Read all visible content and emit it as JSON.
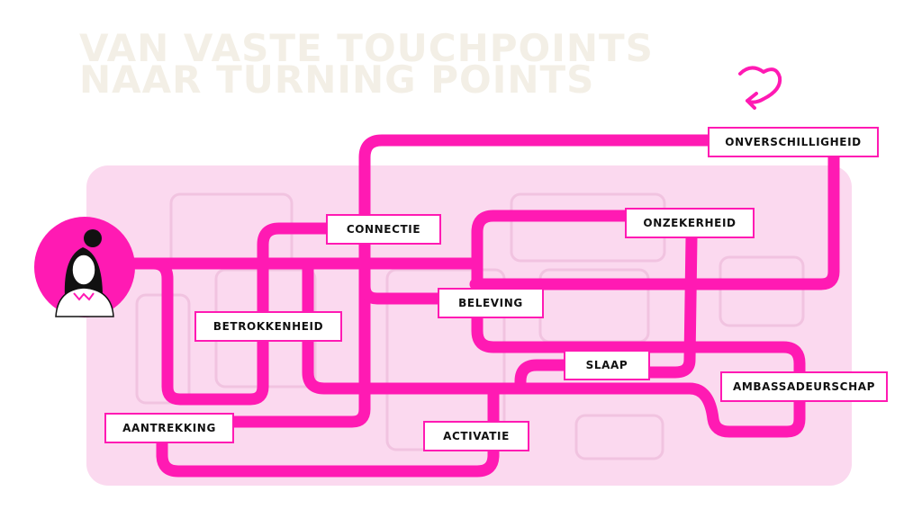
{
  "title": {
    "line1": "VAN VASTE TOUCHPOINTS",
    "line2": "NAAR TURNING POINTS"
  },
  "colors": {
    "accent": "#ff1ab3",
    "panel": "#fbd9ef",
    "title": "#f3efe6",
    "label_text": "#111111"
  },
  "icons": {
    "person": "person-avatar-icon",
    "scribble": "heart-scribble-icon"
  },
  "labels": {
    "onverschilligheid": "ONVERSCHILLIGHEID",
    "connectie": "CONNECTIE",
    "onzekerheid": "ONZEKERHEID",
    "beleving": "BELEVING",
    "betrokkenheid": "BETROKKENHEID",
    "slaap": "SLAAP",
    "ambassadeurschap": "AMBASSADEURSCHAP",
    "aantrekking": "AANTREKKING",
    "activatie": "ACTIVATIE"
  }
}
